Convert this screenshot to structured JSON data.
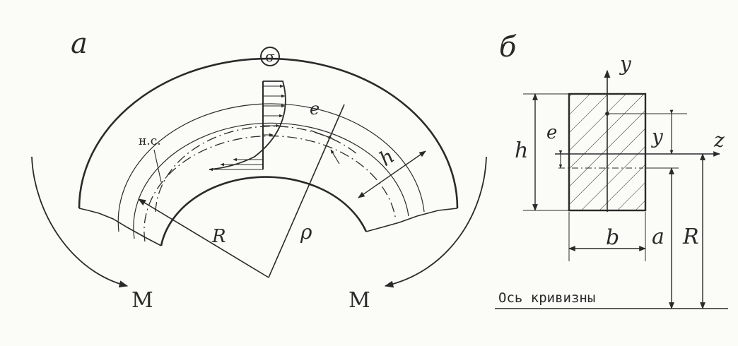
{
  "panel_a": {
    "label": "а",
    "sigma_symbol": "σ",
    "neutral_layer_label": "н.с.",
    "e_label": "e",
    "h_label": "h",
    "R_label": "R",
    "rho_label": "ρ",
    "moment_left": "M",
    "moment_right": "M"
  },
  "panel_b": {
    "label": "б",
    "y_axis": "y",
    "z_axis": "z",
    "h_label": "h",
    "e_label": "e",
    "y_label": "y",
    "b_label": "b",
    "a_label": "a",
    "R_label": "R",
    "axis_of_curvature": "Ось кривизны"
  }
}
